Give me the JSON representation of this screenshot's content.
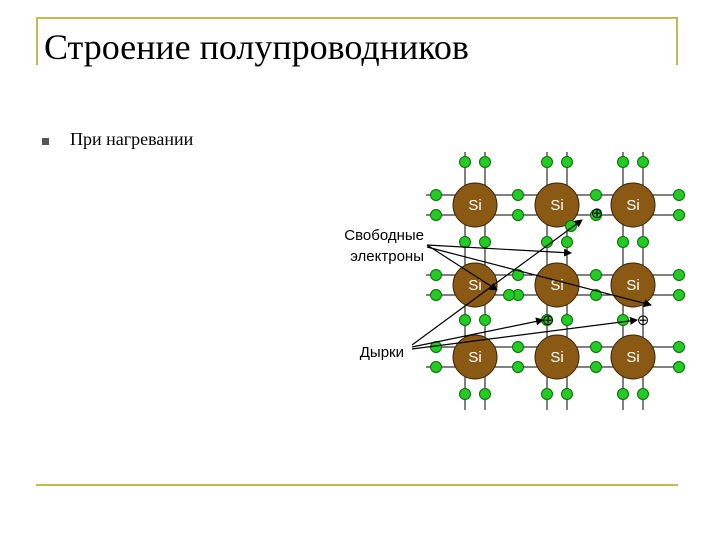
{
  "slide": {
    "title": "Строение полупроводников",
    "bullet": "При нагревании"
  },
  "diagram": {
    "atom_label": "Si",
    "labels": {
      "free_electrons_line1": "Свободные",
      "free_electrons_line2": "электроны",
      "holes": "Дырки"
    },
    "hole_symbol": "⊕",
    "colors": {
      "atom_fill": "#8a5a14",
      "electron_fill": "#22cc22",
      "frame": "#c8b850"
    }
  }
}
